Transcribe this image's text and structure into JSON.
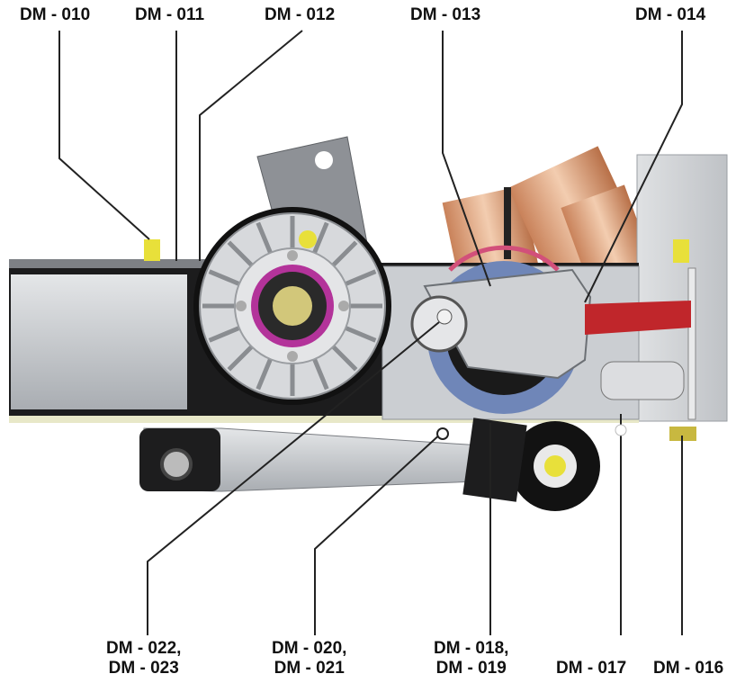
{
  "callouts_top": [
    {
      "id": "dm010",
      "text": "DM - 010"
    },
    {
      "id": "dm011",
      "text": "DM - 011"
    },
    {
      "id": "dm012",
      "text": "DM - 012"
    },
    {
      "id": "dm013",
      "text": "DM - 013"
    },
    {
      "id": "dm014",
      "text": "DM - 014"
    }
  ],
  "callouts_bottom": [
    {
      "id": "dm022",
      "line1": "DM - 022,",
      "line2": "DM - 023"
    },
    {
      "id": "dm020",
      "line1": "DM - 020,",
      "line2": "DM - 021"
    },
    {
      "id": "dm018",
      "line1": "DM - 018,",
      "line2": "DM - 019"
    },
    {
      "id": "dm017",
      "line1": "DM - 017",
      "line2": ""
    },
    {
      "id": "dm016",
      "line1": "DM - 016",
      "line2": ""
    }
  ],
  "colors": {
    "frame_gray": "#cfd1d4",
    "dark": "#1a1a1a",
    "copper": "#d9a07a",
    "red_bar": "#c0262b",
    "yellow": "#e8e03a",
    "magenta": "#b3339a",
    "blue_disc": "#6f86b8"
  }
}
